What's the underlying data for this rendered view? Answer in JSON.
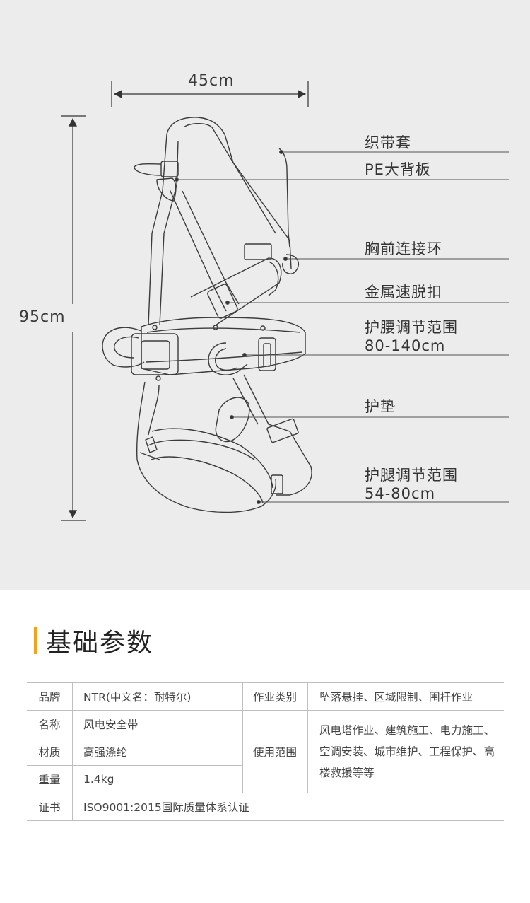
{
  "diagram": {
    "width_label": "45cm",
    "height_label": "95cm",
    "callouts": [
      {
        "text": "织带套"
      },
      {
        "text": "PE大背板"
      },
      {
        "text": "胸前连接环"
      },
      {
        "text": "金属速脱扣"
      },
      {
        "text": "护腰调节范围",
        "sub": "80-140cm"
      },
      {
        "text": "护垫"
      },
      {
        "text": "护腿调节范围",
        "sub": "54-80cm"
      }
    ]
  },
  "section": {
    "title": "基础参数",
    "accent_color": "#f2a21c"
  },
  "spec": {
    "brand_label": "品牌",
    "brand_value": "NTR(中文名：耐特尔)",
    "type_label": "作业类别",
    "type_value": "坠落悬挂、区域限制、围杆作业",
    "name_label": "名称",
    "name_value": "风电安全带",
    "material_label": "材质",
    "material_value": "高强涤纶",
    "weight_label": "重量",
    "weight_value": "1.4kg",
    "usage_label": "使用范围",
    "usage_value": "风电塔作业、建筑施工、电力施工、空调安装、城市维护、工程保护、高楼救援等等",
    "cert_label": "证书",
    "cert_value": "ISO9001:2015国际质量体系认证"
  }
}
